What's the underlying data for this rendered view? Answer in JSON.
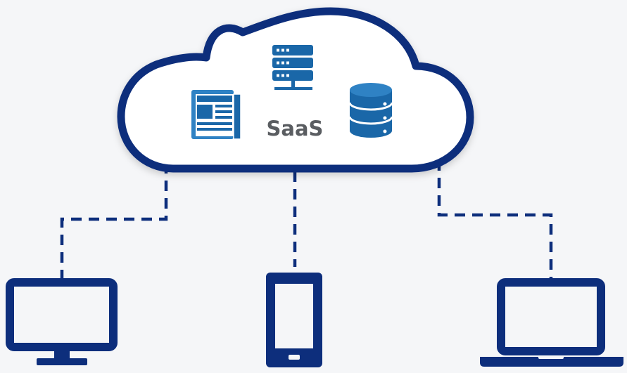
{
  "cloud": {
    "label": "SaaS",
    "icons": [
      "newspaper-icon",
      "server-rack-icon",
      "database-icon"
    ]
  },
  "devices": [
    "desktop-monitor",
    "smartphone",
    "laptop"
  ],
  "colors": {
    "primary": "#0d2e7c",
    "icon_blue": "#1a67a8",
    "icon_light": "#2f82c4",
    "background": "#f5f6f8",
    "cloud_fill": "#ffffff",
    "label_gray": "#5a5d61"
  }
}
